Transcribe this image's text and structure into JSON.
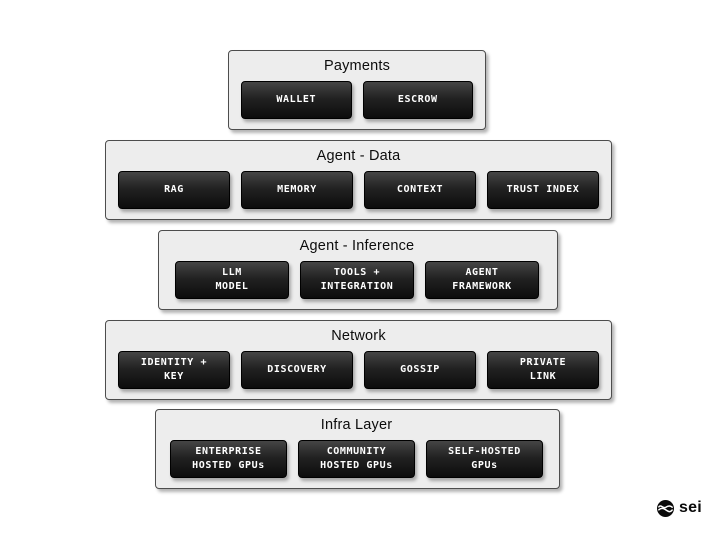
{
  "layers": [
    {
      "title": "Payments",
      "nodes": [
        "WALLET",
        "ESCROW"
      ]
    },
    {
      "title": "Agent - Data",
      "nodes": [
        "RAG",
        "MEMORY",
        "CONTEXT",
        "TRUST INDEX"
      ]
    },
    {
      "title": "Agent - Inference",
      "nodes": [
        "LLM\nMODEL",
        "TOOLS +\nINTEGRATION",
        "AGENT\nFRAMEWORK"
      ]
    },
    {
      "title": "Network",
      "nodes": [
        "IDENTITY +\nKEY",
        "DISCOVERY",
        "GOSSIP",
        "PRIVATE\nLINK"
      ]
    },
    {
      "title": "Infra Layer",
      "nodes": [
        "ENTERPRISE\nHOSTED GPUs",
        "COMMUNITY\nHOSTED GPUs",
        "SELF-HOSTED\nGPUs"
      ]
    }
  ],
  "branding": {
    "wordmark": "sei",
    "icon": "sei-logo-icon"
  },
  "colors": {
    "background": "#ffffff",
    "layer_background": "#ededed",
    "layer_border": "#4d4d4d",
    "node_gradient_top": "#454545",
    "node_gradient_bottom": "#0c0c0c",
    "node_text": "#ffffff",
    "title_text": "#0d0d0d"
  }
}
